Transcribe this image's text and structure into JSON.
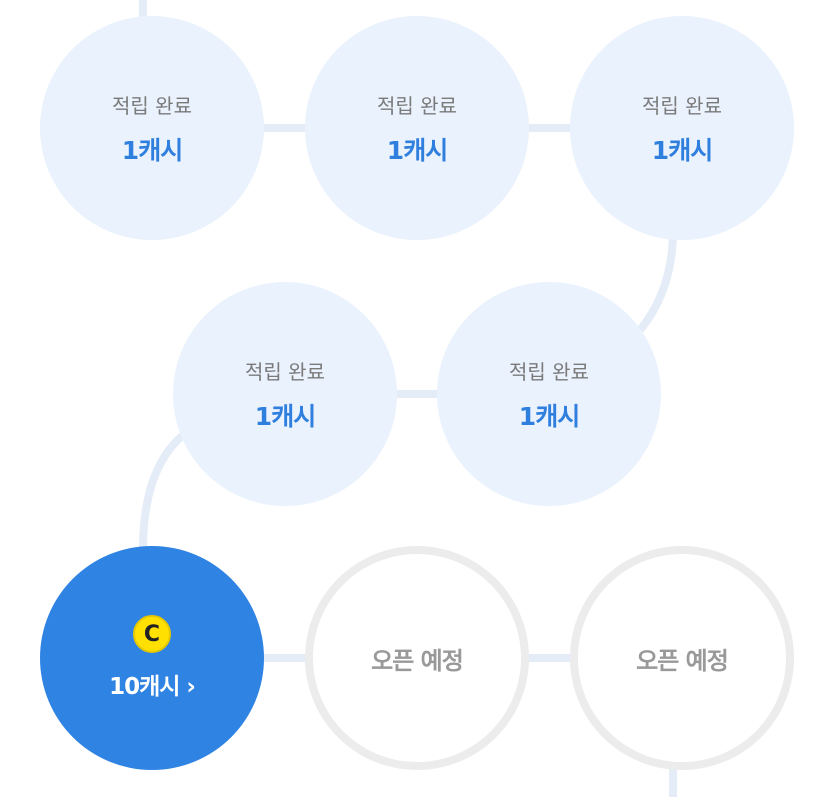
{
  "steps": [
    {
      "status": "적립 완료",
      "amount": "1캐시"
    },
    {
      "status": "적립 완료",
      "amount": "1캐시"
    },
    {
      "status": "적립 완료",
      "amount": "1캐시"
    },
    {
      "status": "적립 완료",
      "amount": "1캐시"
    },
    {
      "status": "적립 완료",
      "amount": "1캐시"
    },
    {
      "amount": "10캐시 ›",
      "coin_label": "C"
    },
    {
      "status": "오픈 예정"
    },
    {
      "status": "오픈 예정"
    }
  ],
  "colors": {
    "accent": "#2f83e3",
    "completed_bg": "#eaf2fd",
    "coin": "#ffe000",
    "connector": "#e3ecf7"
  }
}
